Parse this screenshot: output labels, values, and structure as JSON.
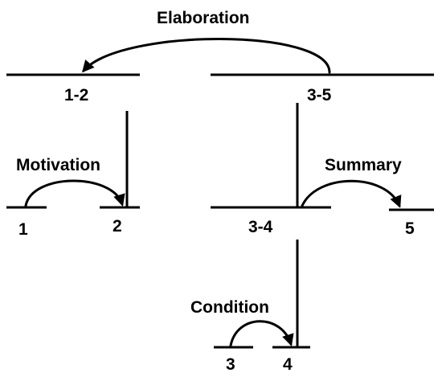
{
  "relations": {
    "elaboration": "Elaboration",
    "motivation": "Motivation",
    "summary": "Summary",
    "condition": "Condition"
  },
  "nodes": {
    "n1_2": "1-2",
    "n3_5": "3-5",
    "n1": "1",
    "n2": "2",
    "n3_4": "3-4",
    "n5": "5",
    "n3": "3",
    "n4": "4"
  },
  "colors": {
    "ink": "#000000",
    "background": "#ffffff"
  }
}
